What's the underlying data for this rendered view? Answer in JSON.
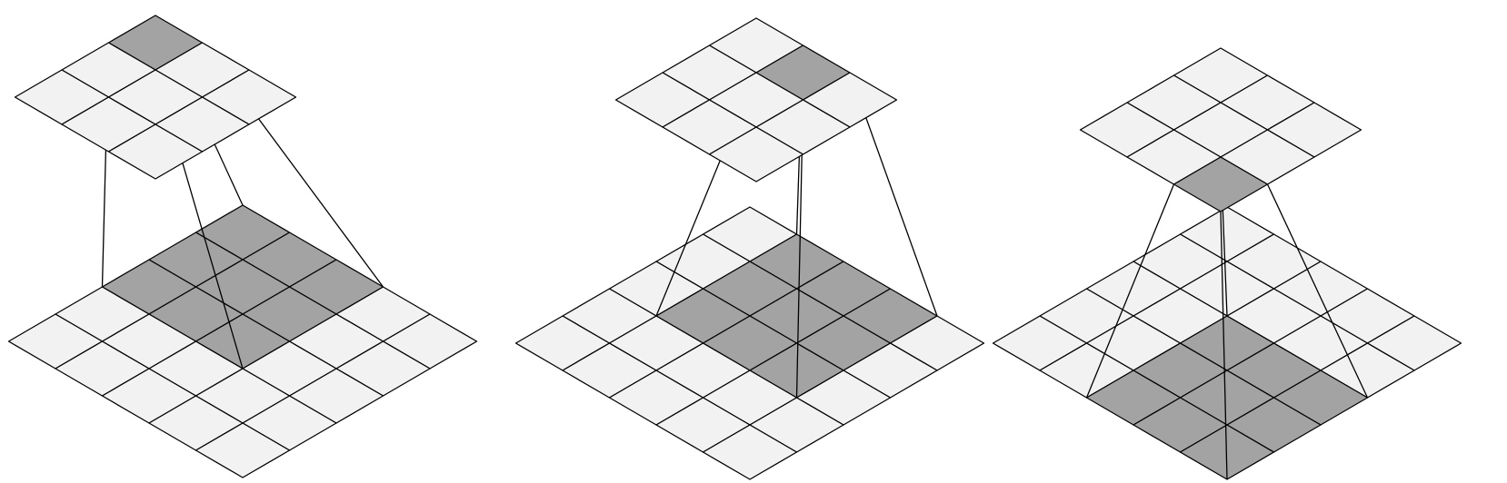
{
  "diagram": {
    "colors": {
      "empty": "#f2f2f2",
      "filled": "#a3a3a3",
      "stroke": "#000000"
    },
    "panels": [
      {
        "input": {
          "rows": 5,
          "cols": 5,
          "receptive": {
            "row0": 0,
            "col0": 0,
            "size": 3
          }
        },
        "output": {
          "rows": 3,
          "cols": 3,
          "active": {
            "row": 0,
            "col": 0
          }
        }
      },
      {
        "input": {
          "rows": 5,
          "cols": 5,
          "receptive": {
            "row0": 0,
            "col0": 1,
            "size": 3
          }
        },
        "output": {
          "rows": 3,
          "cols": 3,
          "active": {
            "row": 0,
            "col": 1
          }
        }
      },
      {
        "input": {
          "rows": 5,
          "cols": 5,
          "receptive": {
            "row0": 2,
            "col0": 2,
            "size": 3
          }
        },
        "output": {
          "rows": 3,
          "cols": 3,
          "active": {
            "row": 2,
            "col": 2
          }
        }
      }
    ]
  }
}
